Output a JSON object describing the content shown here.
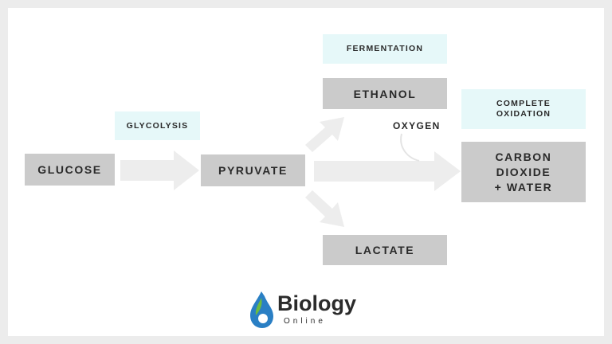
{
  "nodes": {
    "glucose": "GLUCOSE",
    "pyruvate": "PYRUVATE",
    "ethanol": "ETHANOL",
    "lactate": "LACTATE",
    "carbon_dioxide": "CARBON\nDIOXIDE\n+ WATER"
  },
  "labels": {
    "glycolysis": "GLYCOLYSIS",
    "fermentation": "FERMENTATION",
    "complete_oxidation": "COMPLETE\nOXIDATION",
    "oxygen": "OXYGEN"
  },
  "logo": {
    "word": "Biology",
    "sub": "Online",
    "icon": "drop-leaf-icon"
  },
  "colors": {
    "node_fill": "#cbcbcb",
    "label_fill": "#e6f8f9",
    "arrow": "#ededed",
    "logo_blue": "#2a7fc4",
    "logo_green": "#6dbb3f"
  }
}
